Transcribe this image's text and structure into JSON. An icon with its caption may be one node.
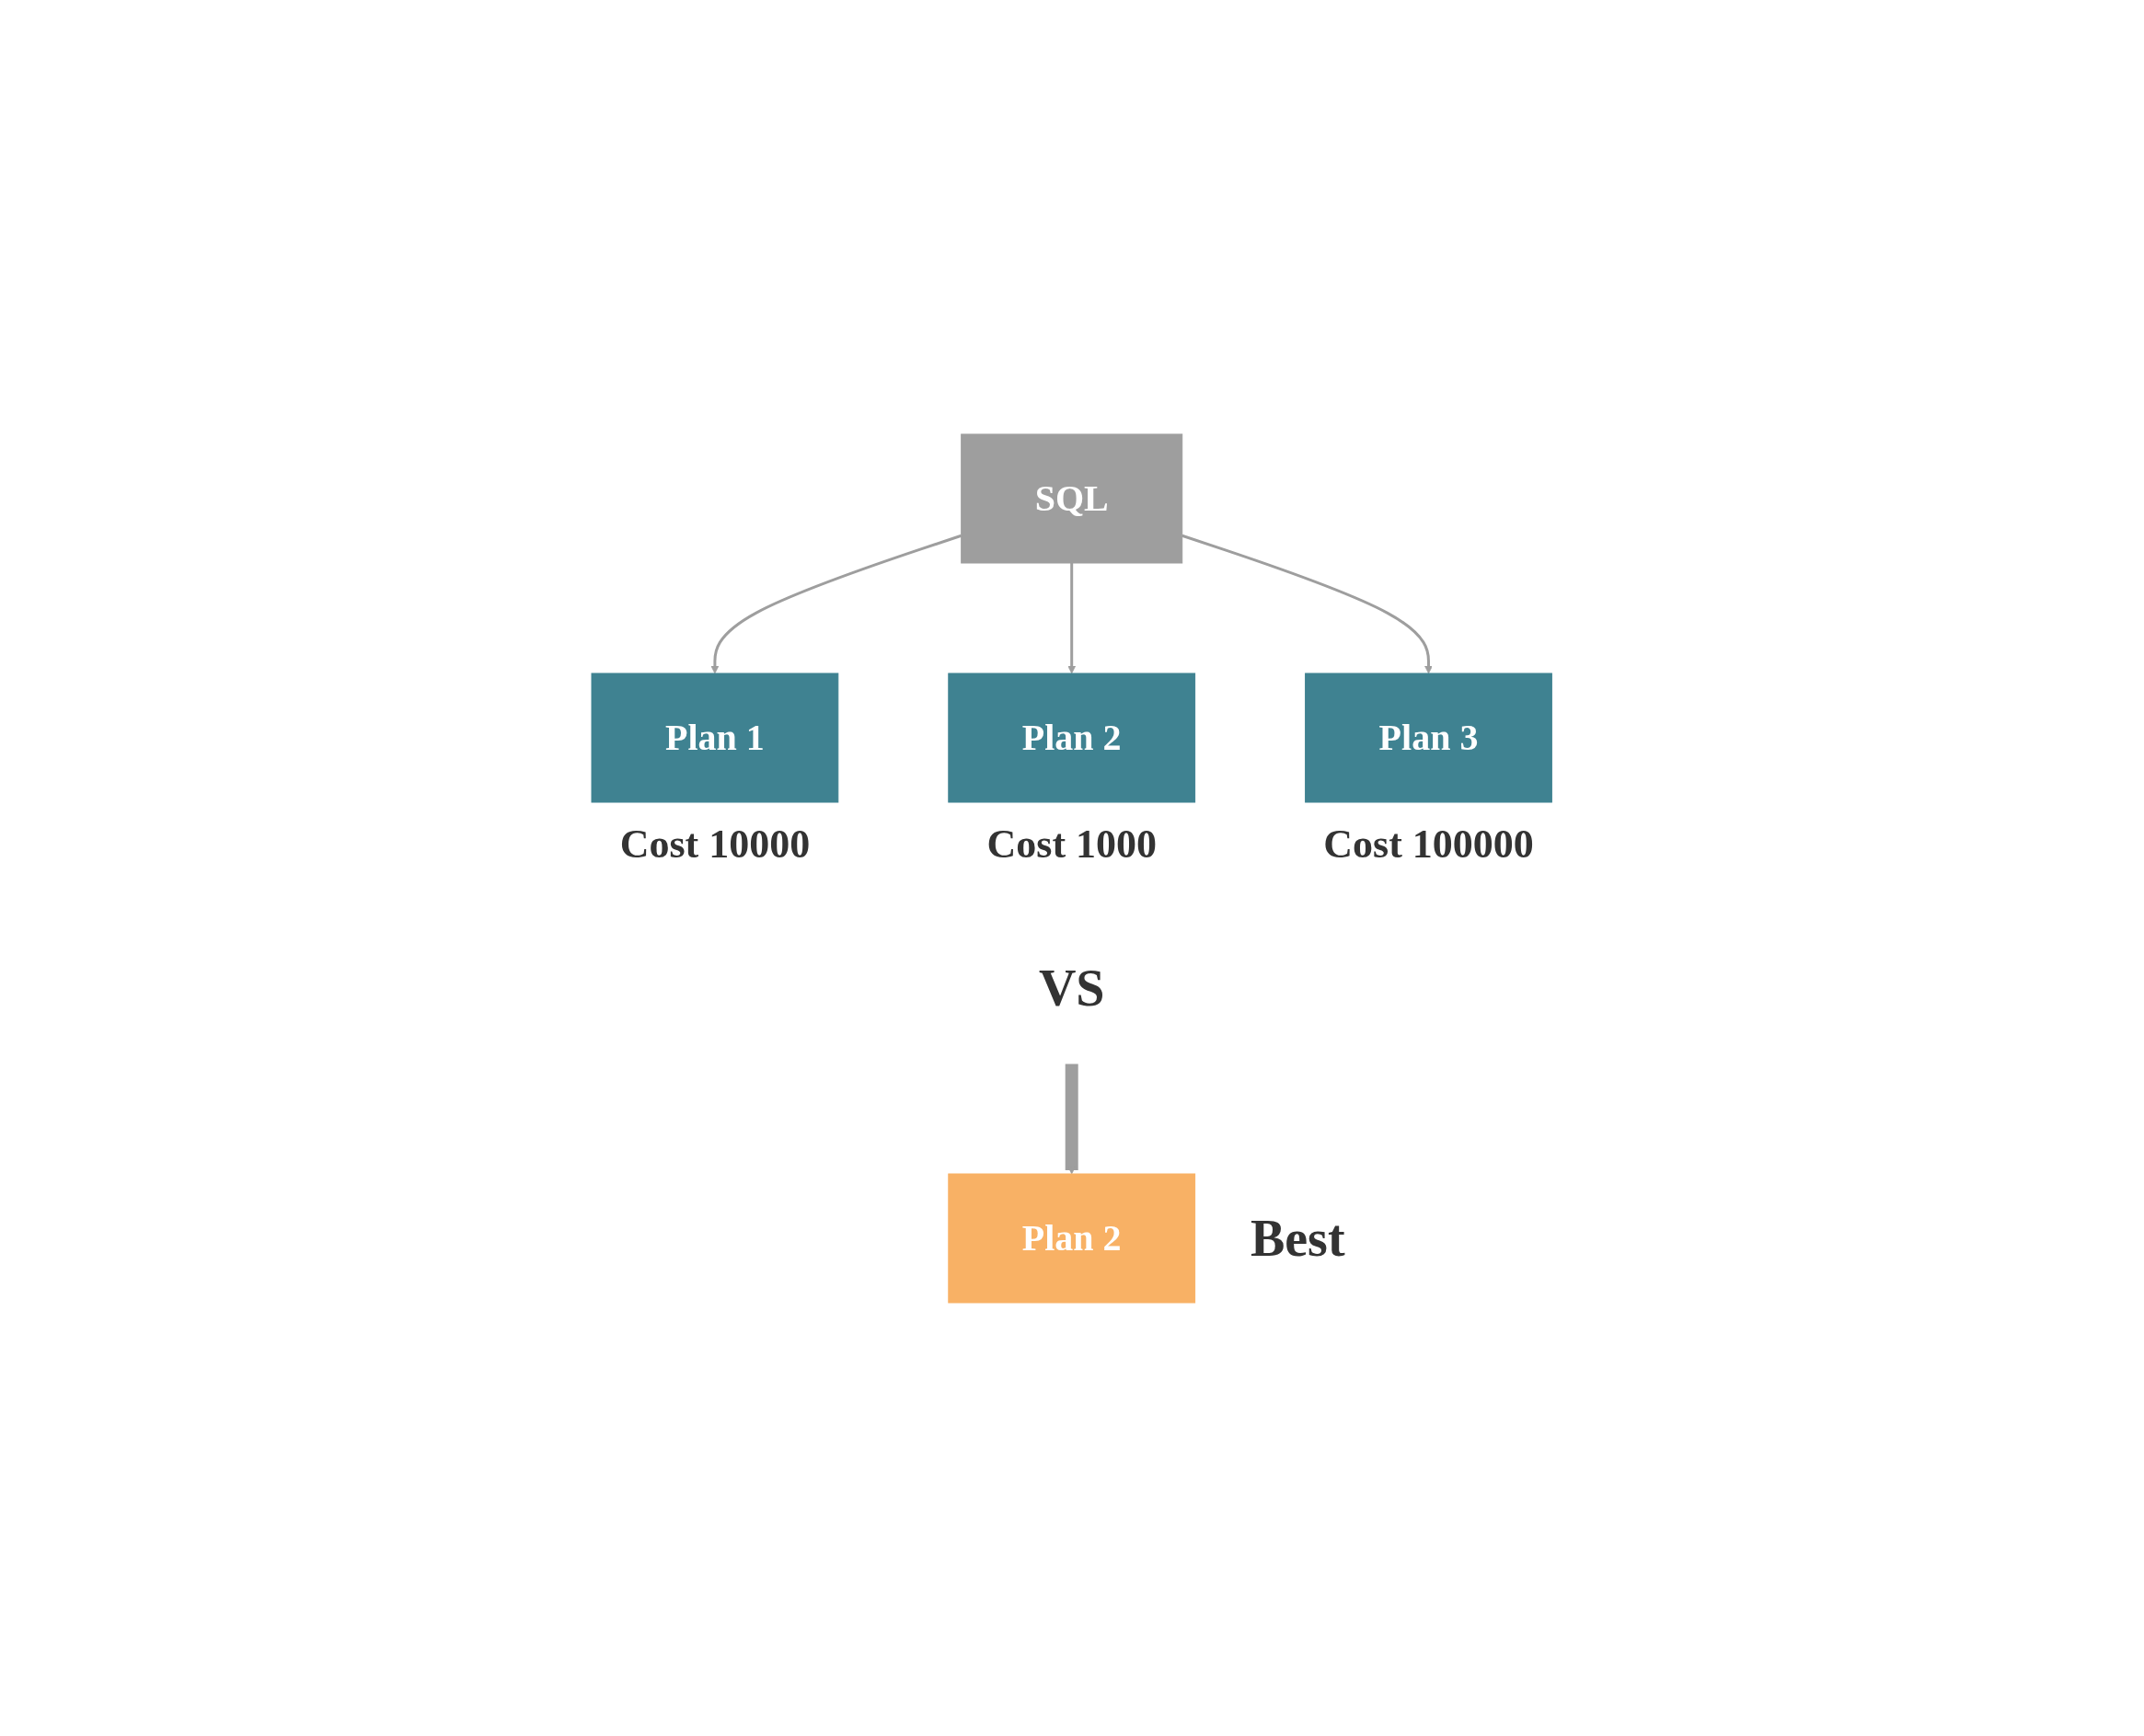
{
  "diagram": {
    "nodes": [
      {
        "text": [
          "SQL"
        ]
      },
      {
        "text": [
          "Plan 1"
        ],
        "beside": [
          "Cost 10000"
        ]
      },
      {
        "text": [
          "Plan 2"
        ],
        "beside": [
          "Cost 1000"
        ]
      },
      {
        "text": [
          "Plan 3"
        ],
        "beside": [
          "Cost 100000"
        ]
      },
      {
        "text": [
          "VS"
        ]
      },
      {
        "text": [
          "Plan 2"
        ],
        "beside": [
          "Best"
        ]
      }
    ],
    "edges": [
      {
        "from": 0,
        "to": 1,
        "arrow": "to"
      },
      {
        "from": 0,
        "to": 2,
        "arrow": "to"
      },
      {
        "from": 0,
        "to": 3,
        "arrow": "to"
      },
      {
        "from": 4,
        "to": 5,
        "arrow": "to",
        "style": "thick"
      }
    ]
  }
}
